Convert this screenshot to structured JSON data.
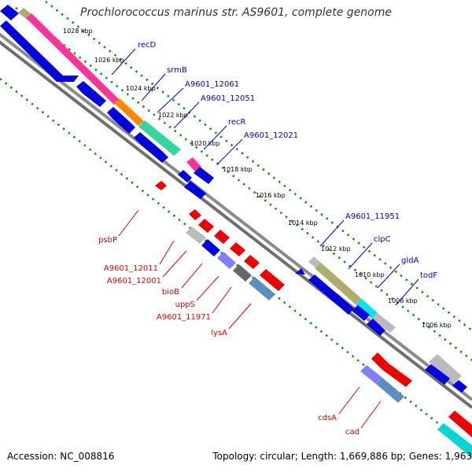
{
  "title": "Prochlorococcus marinus str. AS9601, complete genome",
  "footer": {
    "accession": "Accession: NC_008816",
    "summary": "Topology: circular; Length: 1,669,886 bp; Genes: 1,963"
  },
  "ruler_ticks": [
    "1028 kbp",
    "1026 kbp",
    "1024 kbp",
    "1022 kbp",
    "1020 kbp",
    "1018 kbp",
    "1016 kbp",
    "1014 kbp",
    "1012 kbp",
    "1010 kbp",
    "1008 kbp",
    "1006 kbp"
  ],
  "gene_labels_forward": [
    "recD",
    "srmB",
    "A9601_12061",
    "A9601_12051",
    "recR",
    "A9601_12021",
    "A9601_11951",
    "clpC",
    "gldA",
    "todF"
  ],
  "gene_labels_reverse": [
    "psbP",
    "A9601_12011",
    "A9601_12001",
    "bioB",
    "uppS",
    "A9601_11971",
    "lysA",
    "cdsA",
    "cad"
  ],
  "colors": {
    "forward_label": "#0000cc",
    "reverse_label": "#dd0000",
    "cds_forward": "#0000e0",
    "cds_reverse": "#ee0000",
    "dots": "#1a8f1a",
    "backbone": "#777777"
  }
}
